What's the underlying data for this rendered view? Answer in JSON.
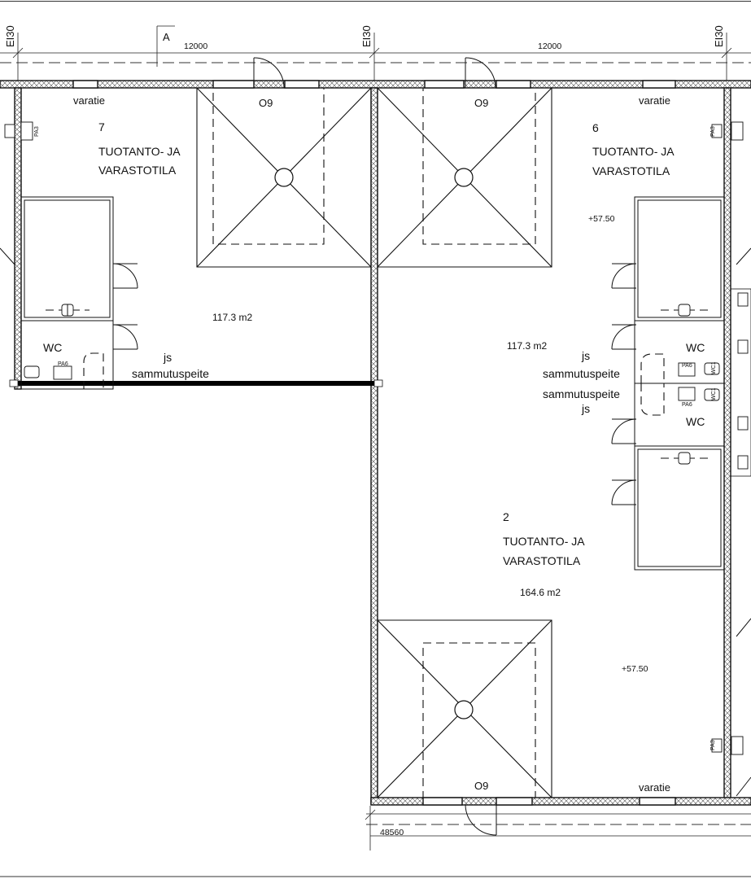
{
  "grid": {
    "fire_class": "EI30",
    "section_mark": "A",
    "dim_1": "12000",
    "dim_2": "12000",
    "dim_total": "48560"
  },
  "rooms": {
    "r7": {
      "number": "7",
      "name_line1": "TUOTANTO- JA",
      "name_line2": "VARASTOTILA",
      "area": "117.3  m2"
    },
    "r6": {
      "number": "6",
      "name_line1": "TUOTANTO- JA",
      "name_line2": "VARASTOTILA",
      "area": "117.3  m2"
    },
    "r2": {
      "number": "2",
      "name_line1": "TUOTANTO- JA",
      "name_line2": "VARASTOTILA",
      "area": "164.6  m2"
    }
  },
  "labels": {
    "varatie": "varatie",
    "hatch_code": "O9",
    "wc": "WC",
    "js": "js",
    "sammutuspeite": "sammutuspeite",
    "elevation": "+57.50",
    "pa3": "PA3",
    "pa6": "PA6",
    "wc_code": "WC1"
  }
}
